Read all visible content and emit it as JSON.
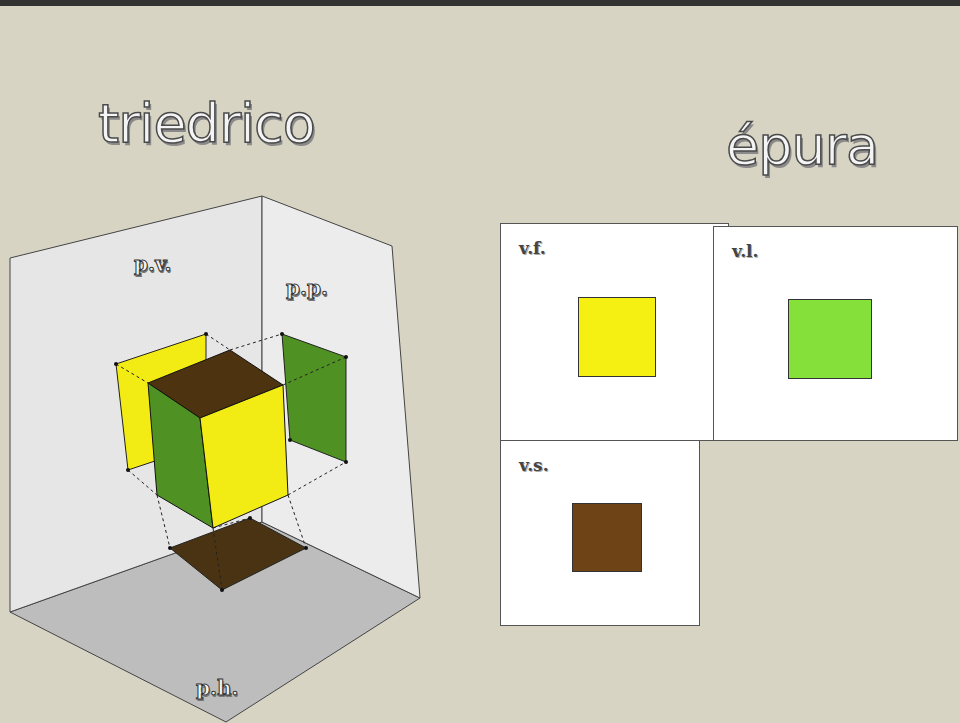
{
  "diagram": {
    "nodes": [
      {
        "text": [
          "v.f."
        ]
      },
      {
        "text": [
          "v.l."
        ]
      },
      {
        "text": [
          "v.s."
        ]
      }
    ],
    "labels": [
      "triedrico",
      "p.v.",
      "p.p.",
      "p.h.",
      "épura"
    ]
  }
}
